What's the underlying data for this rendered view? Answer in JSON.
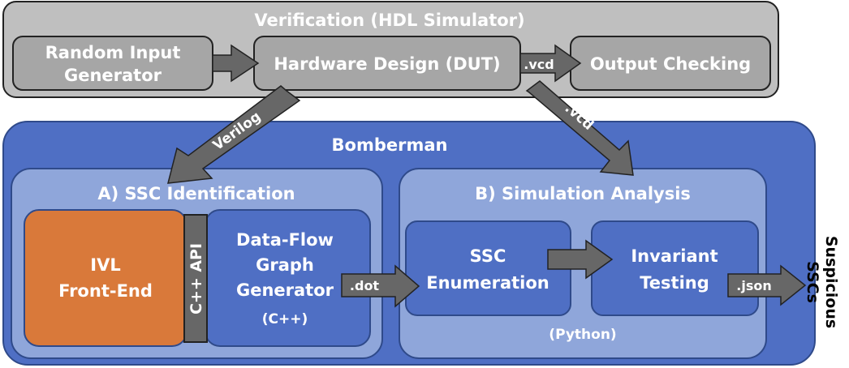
{
  "verification": {
    "title": "Verification (HDL Simulator)",
    "random_input_line1": "Random Input",
    "random_input_line2": "Generator",
    "hardware_design": "Hardware Design (DUT)",
    "output_checking": "Output Checking"
  },
  "bomberman": {
    "title": "Bomberman",
    "ssc_identification": {
      "title": "A) SSC Identification",
      "ivl_line1": "IVL",
      "ivl_line2": "Front-End",
      "api": "C++ API",
      "dfg_line1": "Data-Flow",
      "dfg_line2": "Graph",
      "dfg_line3": "Generator",
      "dfg_line4": "(C++)"
    },
    "simulation_analysis": {
      "title": "B) Simulation Analysis",
      "enum_line1": "SSC",
      "enum_line2": "Enumeration",
      "inv_line1": "Invariant",
      "inv_line2": "Testing",
      "lang": "(Python)"
    }
  },
  "arrows": {
    "vcd_output": ".vcd",
    "vcd_analysis": ".vcd",
    "verilog": "Verilog",
    "dot": ".dot",
    "json": ".json"
  },
  "output": {
    "line1": "Suspicious",
    "line2": "SSCs"
  },
  "colors": {
    "verification_bg": "#bfbfbf",
    "verification_inner": "#a6a6a6",
    "bomberman_bg": "#4f6fc4",
    "subpanel_bg": "#8fa6da",
    "module_bg": "#4f6fc4",
    "ivl_bg": "#d9793a",
    "arrow": "#676767"
  }
}
